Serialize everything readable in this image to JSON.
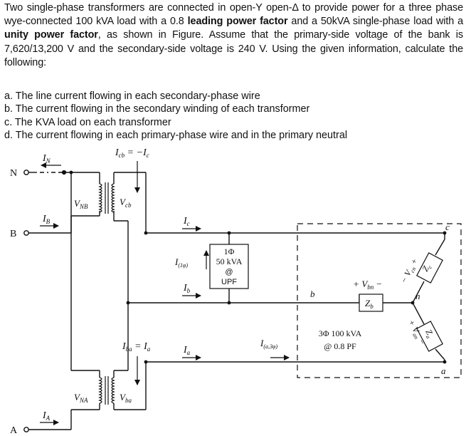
{
  "problem": {
    "p1": "Two single-phase transformers are connected in open-Y open-",
    "delta": "Δ",
    "p2": " to provide power for a three phase wye-connected 100 kVA load with a 0.8 ",
    "bold1": "leading power factor",
    "p3": " and a 50kVA single-phase load with a ",
    "bold2": "unity power factor",
    "p4": ", as shown in Figure. Assume that the primary-side voltage of the bank is 7,620/13,200 V and the secondary-side voltage is 240 V. Using the given information, calculate the following:"
  },
  "questions": [
    "a. The line current flowing in each secondary-phase wire",
    "b. The current flowing in the secondary winding of each transformer",
    "c. The KVA load on each transformer",
    "d. The current flowing in each primary-phase wire and in the primary neutral"
  ],
  "figure": {
    "node_N": "N",
    "node_B": "B",
    "node_A": "A",
    "I_N": "I",
    "I_N_sub": "N",
    "I_B": "I",
    "I_B_sub": "B",
    "I_A": "I",
    "I_A_sub": "A",
    "Icb_eq": "I",
    "Icb_eq_sub": "cb",
    "Icb_eq_rhs": " = −I",
    "Icb_eq_rhs_sub": "c",
    "Iba_eq": "I",
    "Iba_eq_sub": "ba",
    "Iba_eq_rhs": " = I",
    "Iba_eq_rhs_sub": "a",
    "VNB": "V",
    "VNB_sub": "NB",
    "VNA": "V",
    "VNA_sub": "NA",
    "Vcb": "V",
    "Vcb_sub": "cb",
    "Vba": "V",
    "Vba_sub": "ba",
    "Ic": "I",
    "Ic_sub": "c",
    "Ib": "I",
    "Ib_sub": "b",
    "Ia": "I",
    "Ia_sub": "a",
    "I1phi": "I",
    "I1phi_sub": "(1φ)",
    "Ia3phi": "I",
    "Ia3phi_sub": "(a,3φ)",
    "single_phase_line1": "1Φ",
    "single_phase_line2": "50 kVA",
    "single_phase_line3": "@",
    "single_phase_line4": "UPF",
    "three_phase_line1": "3Φ 100 kVA",
    "three_phase_line2": "@ 0.8 PF",
    "Vbn_plus": "+",
    "Vbn": "V",
    "Vbn_sub": "bn",
    "Vbn_minus": "−",
    "Zb": "Z",
    "Zb_sub": "b",
    "Zc": "Z",
    "Zc_sub": "c",
    "Za": "Z",
    "Za_sub": "a",
    "Vcn_minus": "−",
    "Vcn": "V",
    "Vcn_sub": "cn",
    "Vcn_plus": "+",
    "Van_plus": "+",
    "Van": "V",
    "Van_sub": "an",
    "Van_minus": "−",
    "node_a": "a",
    "node_b": "b",
    "node_c": "c",
    "node_n": "n"
  }
}
